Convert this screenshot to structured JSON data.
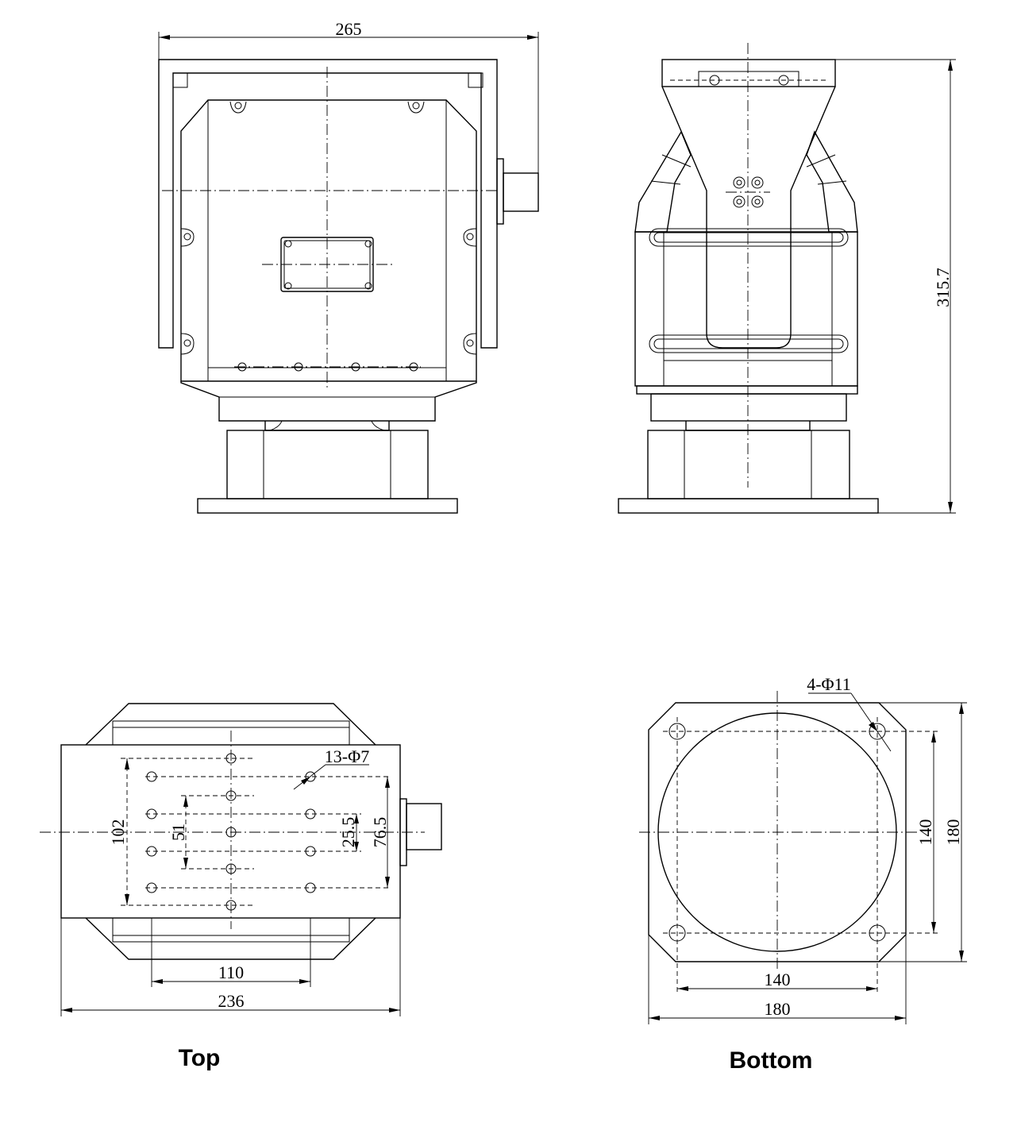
{
  "dimensions": {
    "front_width": "265",
    "side_height": "315.7",
    "top_hole_callout": "13-Φ7",
    "top_102": "102",
    "top_51": "51",
    "top_25_5": "25.5",
    "top_76_5": "76.5",
    "top_110": "110",
    "top_236": "236",
    "bottom_hole_callout": "4-Φ11",
    "bottom_140_v": "140",
    "bottom_180_v": "180",
    "bottom_140_h": "140",
    "bottom_180_h": "180"
  },
  "captions": {
    "top": "Top",
    "bottom": "Bottom"
  }
}
